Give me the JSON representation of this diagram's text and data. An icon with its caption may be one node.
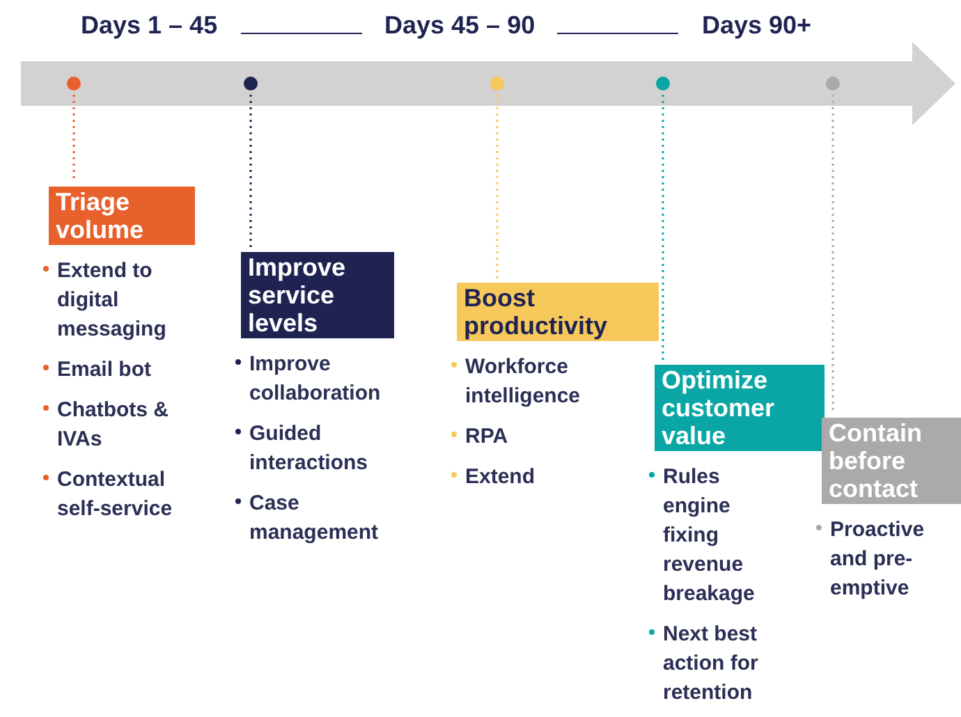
{
  "diagram": {
    "nodes": [
      {
        "text": [],
        "shape": "circle"
      },
      {
        "text": [],
        "shape": "circle"
      },
      {
        "text": [],
        "shape": "circle"
      },
      {
        "text": [],
        "shape": "circle"
      },
      {
        "text": [],
        "shape": "circle"
      },
      {
        "text": [
          "Triage volume"
        ],
        "beside": [
          "Extend to digital messaging",
          "Email bot",
          "Chatbots & IVAs",
          "Contextual self-service"
        ]
      },
      {
        "text": [
          "Improve service levels"
        ],
        "beside": [
          "Improve collaboration",
          "Guided interactions",
          "Case management"
        ]
      },
      {
        "text": [
          "Boost productivity"
        ],
        "beside": [
          "Workforce intelligence",
          "RPA",
          "Extend"
        ]
      },
      {
        "text": [
          "Optimize customer value"
        ],
        "beside": [
          "Rules engine fixing revenue breakage",
          "Next best action for retention"
        ]
      },
      {
        "text": [
          "Contain before contact"
        ],
        "beside": [
          "Proactive and pre-emptive"
        ]
      }
    ],
    "edges": [
      {
        "from": 0,
        "to": 5,
        "arrow": "none",
        "style": "dashed",
        "color": "#e8602c"
      },
      {
        "from": 1,
        "to": 6,
        "arrow": "none",
        "style": "dashed",
        "color": "#1f2352"
      },
      {
        "from": 2,
        "to": 7,
        "arrow": "none",
        "style": "dashed",
        "color": "#f7c95a"
      },
      {
        "from": 3,
        "to": 8,
        "arrow": "none",
        "style": "dashed",
        "color": "#0aa6a6"
      },
      {
        "from": 4,
        "to": 9,
        "arrow": "none",
        "style": "dashed",
        "color": "#aaaaaa"
      }
    ],
    "labels": [
      "Days 1 – 45",
      "Days 45 – 90",
      "Days 90+"
    ]
  }
}
